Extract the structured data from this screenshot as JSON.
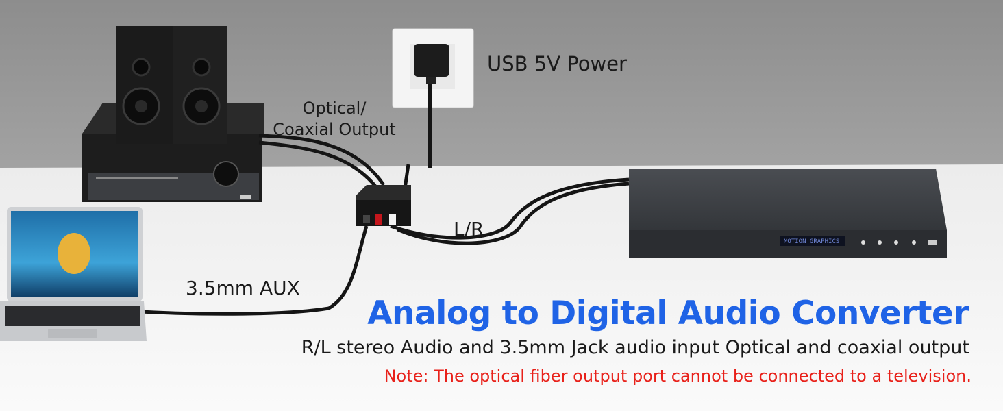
{
  "labels": {
    "usb_power": "USB 5V Power",
    "optical_line1": "Optical/",
    "optical_line2": "Coaxial Output",
    "lr": "L/R",
    "aux": "3.5mm AUX"
  },
  "headline": {
    "title": "Analog to Digital Audio Converter",
    "subtitle": "R/L stereo Audio and 3.5mm Jack audio input Optical and coaxial output",
    "note": "Note: The optical fiber output port cannot be connected to a television."
  },
  "player_display": "MOTION GRAPHICS",
  "colors": {
    "title": "#1f63e6",
    "note": "#e8211a",
    "wall": "#9a9a9a",
    "desk": "#f2f2f2"
  }
}
